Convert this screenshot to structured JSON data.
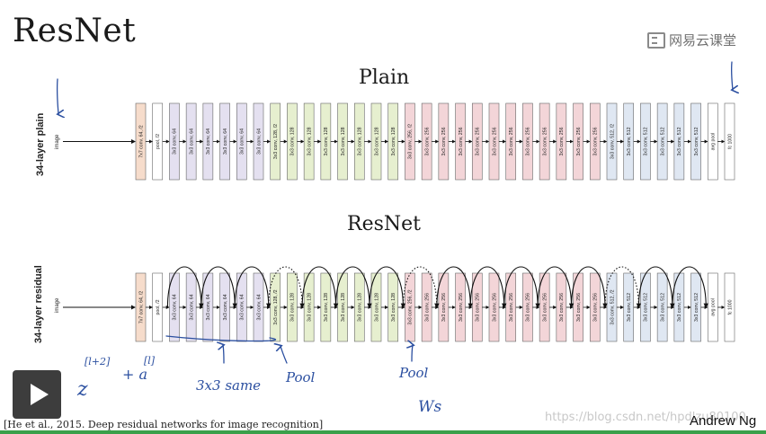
{
  "slide": {
    "title": "ResNet",
    "citation": "[He et al., 2015. Deep residual networks for image recognition]",
    "author": "Andrew Ng"
  },
  "watermark": {
    "brand_text": "网易云课堂",
    "brand_icon": "netease-logo-icon",
    "url_text": "https://blog.csdn.net/hpdlzu80100"
  },
  "plain": {
    "title": "Plain",
    "row_label": "34-layer plain",
    "input_label": "image"
  },
  "resnet": {
    "title": "ResNet",
    "row_label": "34-layer residual",
    "input_label": "image"
  },
  "layers": [
    {
      "label": "7x7 conv, 64, /2",
      "group": "stem"
    },
    {
      "label": "pool, /2",
      "group": "pool"
    },
    {
      "label": "3x3 conv, 64",
      "group": "c64"
    },
    {
      "label": "3x3 conv, 64",
      "group": "c64"
    },
    {
      "label": "3x3 conv, 64",
      "group": "c64"
    },
    {
      "label": "3x3 conv, 64",
      "group": "c64"
    },
    {
      "label": "3x3 conv, 64",
      "group": "c64"
    },
    {
      "label": "3x3 conv, 64",
      "group": "c64"
    },
    {
      "label": "3x3 conv, 128, /2",
      "group": "c128"
    },
    {
      "label": "3x3 conv, 128",
      "group": "c128"
    },
    {
      "label": "3x3 conv, 128",
      "group": "c128"
    },
    {
      "label": "3x3 conv, 128",
      "group": "c128"
    },
    {
      "label": "3x3 conv, 128",
      "group": "c128"
    },
    {
      "label": "3x3 conv, 128",
      "group": "c128"
    },
    {
      "label": "3x3 conv, 128",
      "group": "c128"
    },
    {
      "label": "3x3 conv, 128",
      "group": "c128"
    },
    {
      "label": "3x3 conv, 256, /2",
      "group": "c256"
    },
    {
      "label": "3x3 conv, 256",
      "group": "c256"
    },
    {
      "label": "3x3 conv, 256",
      "group": "c256"
    },
    {
      "label": "3x3 conv, 256",
      "group": "c256"
    },
    {
      "label": "3x3 conv, 256",
      "group": "c256"
    },
    {
      "label": "3x3 conv, 256",
      "group": "c256"
    },
    {
      "label": "3x3 conv, 256",
      "group": "c256"
    },
    {
      "label": "3x3 conv, 256",
      "group": "c256"
    },
    {
      "label": "3x3 conv, 256",
      "group": "c256"
    },
    {
      "label": "3x3 conv, 256",
      "group": "c256"
    },
    {
      "label": "3x3 conv, 256",
      "group": "c256"
    },
    {
      "label": "3x3 conv, 256",
      "group": "c256"
    },
    {
      "label": "3x3 conv, 512, /2",
      "group": "c512"
    },
    {
      "label": "3x3 conv, 512",
      "group": "c512"
    },
    {
      "label": "3x3 conv, 512",
      "group": "c512"
    },
    {
      "label": "3x3 conv, 512",
      "group": "c512"
    },
    {
      "label": "3x3 conv, 512",
      "group": "c512"
    },
    {
      "label": "3x3 conv, 512",
      "group": "c512"
    },
    {
      "label": "avg pool",
      "group": "pool"
    },
    {
      "label": "fc 1000",
      "group": "fc"
    }
  ],
  "group_colors": {
    "stem": "#f6dccb",
    "pool": "#ffffff",
    "c64": "#e4e0f0",
    "c128": "#e6efcf",
    "c256": "#f3d5d8",
    "c512": "#dfe7f2",
    "fc": "#ffffff"
  },
  "shortcuts": {
    "solid_color": "#111111",
    "dotted_stages_start": [
      8,
      16,
      28
    ]
  },
  "annotations": {
    "ink_color": "#2b4fa0",
    "formula_main": "z",
    "formula_sup1": "[l+2]",
    "formula_plus": "+ a",
    "formula_sup2": "[l]",
    "same_label": "3x3 same",
    "pool_label_1": "Pool",
    "pool_label_2": "Pool",
    "ws_label": "Ws"
  },
  "controls": {
    "play_icon": "play-icon"
  }
}
